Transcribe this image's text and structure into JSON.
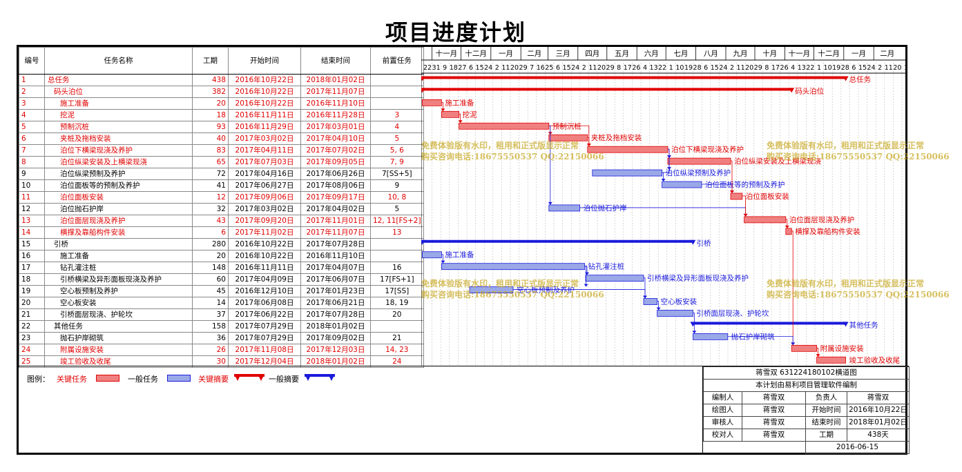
{
  "title": "项目进度计划",
  "columns": [
    "编号",
    "任务名称",
    "工期",
    "开始时间",
    "结束时间",
    "前置任务"
  ],
  "months": [
    "十一月",
    "十二月",
    "一月",
    "二月",
    "三月",
    "四月",
    "五月",
    "六月",
    "七月",
    "八月",
    "九月",
    "十月",
    "十一月",
    "十二月",
    "一月",
    "二月"
  ],
  "days": [
    "22",
    "31",
    "9",
    "18",
    "27",
    "6",
    "15",
    "24",
    "2",
    "11",
    "20",
    "29",
    "7",
    "16",
    "25",
    "6",
    "15",
    "24",
    "2",
    "11",
    "20",
    "29",
    "8",
    "17",
    "26",
    "4",
    "13",
    "22",
    "1",
    "10",
    "19",
    "28",
    "6",
    "15",
    "24",
    "2",
    "11",
    "20",
    "29",
    "8",
    "17",
    "26",
    "4",
    "13",
    "22",
    "1",
    "10",
    "19",
    "28",
    "6",
    "15",
    "24",
    "2",
    "11",
    "20",
    "1"
  ],
  "tasks": [
    {
      "id": "1",
      "name": "总任务",
      "indent": 0,
      "dur": "438",
      "start": "2016年10月22日",
      "end": "2018年01月02日",
      "pred": "",
      "critical": true,
      "kind": "summary"
    },
    {
      "id": "2",
      "name": "码头泊位",
      "indent": 1,
      "dur": "382",
      "start": "2016年10月22日",
      "end": "2017年11月07日",
      "pred": "",
      "critical": true,
      "kind": "summary"
    },
    {
      "id": "3",
      "name": "施工准备",
      "indent": 2,
      "dur": "20",
      "start": "2016年10月22日",
      "end": "2016年11月10日",
      "pred": "",
      "critical": true,
      "kind": "task"
    },
    {
      "id": "4",
      "name": "挖泥",
      "indent": 2,
      "dur": "18",
      "start": "2016年11月11日",
      "end": "2016年11月28日",
      "pred": "3",
      "critical": true,
      "kind": "task"
    },
    {
      "id": "5",
      "name": "预制沉桩",
      "indent": 2,
      "dur": "93",
      "start": "2016年11月29日",
      "end": "2017年03月01日",
      "pred": "4",
      "critical": true,
      "kind": "task"
    },
    {
      "id": "6",
      "name": "夹桩及拖档安装",
      "indent": 2,
      "dur": "40",
      "start": "2017年03月02日",
      "end": "2017年04月10日",
      "pred": "5",
      "critical": true,
      "kind": "task"
    },
    {
      "id": "7",
      "name": "泊位下横梁现浇及养护",
      "indent": 2,
      "dur": "83",
      "start": "2017年04月11日",
      "end": "2017年07月02日",
      "pred": "5, 6",
      "critical": true,
      "kind": "task"
    },
    {
      "id": "8",
      "name": "泊位纵梁安装及上横梁现浇",
      "indent": 2,
      "dur": "65",
      "start": "2017年07月03日",
      "end": "2017年09月05日",
      "pred": "7, 9",
      "critical": true,
      "kind": "task"
    },
    {
      "id": "9",
      "name": "泊位纵梁预制及养护",
      "indent": 2,
      "dur": "72",
      "start": "2017年04月16日",
      "end": "2017年06月26日",
      "pred": "7[SS+5]",
      "critical": false,
      "kind": "task"
    },
    {
      "id": "10",
      "name": "泊位面板等的预制及养护",
      "indent": 2,
      "dur": "41",
      "start": "2017年06月27日",
      "end": "2017年08月06日",
      "pred": "9",
      "critical": false,
      "kind": "task"
    },
    {
      "id": "11",
      "name": "泊位面板安装",
      "indent": 2,
      "dur": "12",
      "start": "2017年09月06日",
      "end": "2017年09月17日",
      "pred": "10, 8",
      "critical": true,
      "kind": "task"
    },
    {
      "id": "12",
      "name": "泊位抛石护岸",
      "indent": 2,
      "dur": "32",
      "start": "2017年03月02日",
      "end": "2017年04月02日",
      "pred": "5",
      "critical": false,
      "kind": "task"
    },
    {
      "id": "13",
      "name": "泊位面层现浇及养护",
      "indent": 2,
      "dur": "43",
      "start": "2017年09月20日",
      "end": "2017年11月01日",
      "pred": "12, 11[FS+2]",
      "critical": true,
      "kind": "task"
    },
    {
      "id": "14",
      "name": "横撑及靠船构件安装",
      "indent": 2,
      "dur": "6",
      "start": "2017年11月02日",
      "end": "2017年11月07日",
      "pred": "13",
      "critical": true,
      "kind": "task"
    },
    {
      "id": "15",
      "name": "引桥",
      "indent": 1,
      "dur": "280",
      "start": "2016年10月22日",
      "end": "2017年07月28日",
      "pred": "",
      "critical": false,
      "kind": "summary"
    },
    {
      "id": "16",
      "name": "施工准备",
      "indent": 2,
      "dur": "20",
      "start": "2016年10月22日",
      "end": "2016年11月10日",
      "pred": "",
      "critical": false,
      "kind": "task"
    },
    {
      "id": "17",
      "name": "钻孔灌注桩",
      "indent": 2,
      "dur": "148",
      "start": "2016年11月11日",
      "end": "2017年04月07日",
      "pred": "16",
      "critical": false,
      "kind": "task"
    },
    {
      "id": "18",
      "name": "引桥横梁及异形面板现浇及养护",
      "indent": 2,
      "dur": "60",
      "start": "2017年04月09日",
      "end": "2017年06月07日",
      "pred": "17[FS+1]",
      "critical": false,
      "kind": "task"
    },
    {
      "id": "19",
      "name": "空心板预制及养护",
      "indent": 2,
      "dur": "45",
      "start": "2016年12月10日",
      "end": "2017年01月23日",
      "pred": "17[SS]",
      "critical": false,
      "kind": "task"
    },
    {
      "id": "20",
      "name": "空心板安装",
      "indent": 2,
      "dur": "14",
      "start": "2017年06月08日",
      "end": "2017年06月21日",
      "pred": "18, 19",
      "critical": false,
      "kind": "task"
    },
    {
      "id": "21",
      "name": "引桥面层现浇、护轮坎",
      "indent": 2,
      "dur": "37",
      "start": "2017年06月22日",
      "end": "2017年07月28日",
      "pred": "20",
      "critical": false,
      "kind": "task"
    },
    {
      "id": "22",
      "name": "其他任务",
      "indent": 1,
      "dur": "158",
      "start": "2017年07月29日",
      "end": "2018年01月02日",
      "pred": "",
      "critical": false,
      "kind": "summary"
    },
    {
      "id": "23",
      "name": "抛石护岸砌筑",
      "indent": 2,
      "dur": "36",
      "start": "2017年07月29日",
      "end": "2017年09月02日",
      "pred": "21",
      "critical": false,
      "kind": "task"
    },
    {
      "id": "24",
      "name": "附属设施安装",
      "indent": 2,
      "dur": "26",
      "start": "2017年11月08日",
      "end": "2017年12月03日",
      "pred": "14, 23",
      "critical": true,
      "kind": "task"
    },
    {
      "id": "25",
      "name": "竣工验收及收尾",
      "indent": 2,
      "dur": "30",
      "start": "2017年12月04日",
      "end": "2018年01月02日",
      "pred": "24",
      "critical": true,
      "kind": "task"
    }
  ],
  "legend": {
    "label": "图例：",
    "critical_task": "关键任务",
    "normal_task": "一般任务",
    "critical_summary": "关键摘要",
    "normal_summary": "一般摘要"
  },
  "info": {
    "header1": "蒋雪双 631224180102横道图",
    "header2": "本计划由易利项目管理软件编制",
    "rows": [
      [
        "编制人",
        "蒋雪双",
        "负责人",
        "蒋雪双"
      ],
      [
        "绘图人",
        "蒋雪双",
        "开始时间",
        "2016年10月22日"
      ],
      [
        "审核人",
        "蒋雪双",
        "结束时间",
        "2018年01月02日"
      ],
      [
        "校对人",
        "蒋雪双",
        "工期",
        "438天"
      ]
    ],
    "date": "2016-06-15"
  },
  "watermark": {
    "line1": "免费体验版有水印，租用和正式版显示正常",
    "line2": "购买咨询电话:18675550537 QQ:22150066"
  },
  "colors": {
    "critical": "#e00000",
    "normal": "#1a1adc",
    "critical_fill": "#f08080",
    "normal_fill": "#9aa8e8"
  }
}
